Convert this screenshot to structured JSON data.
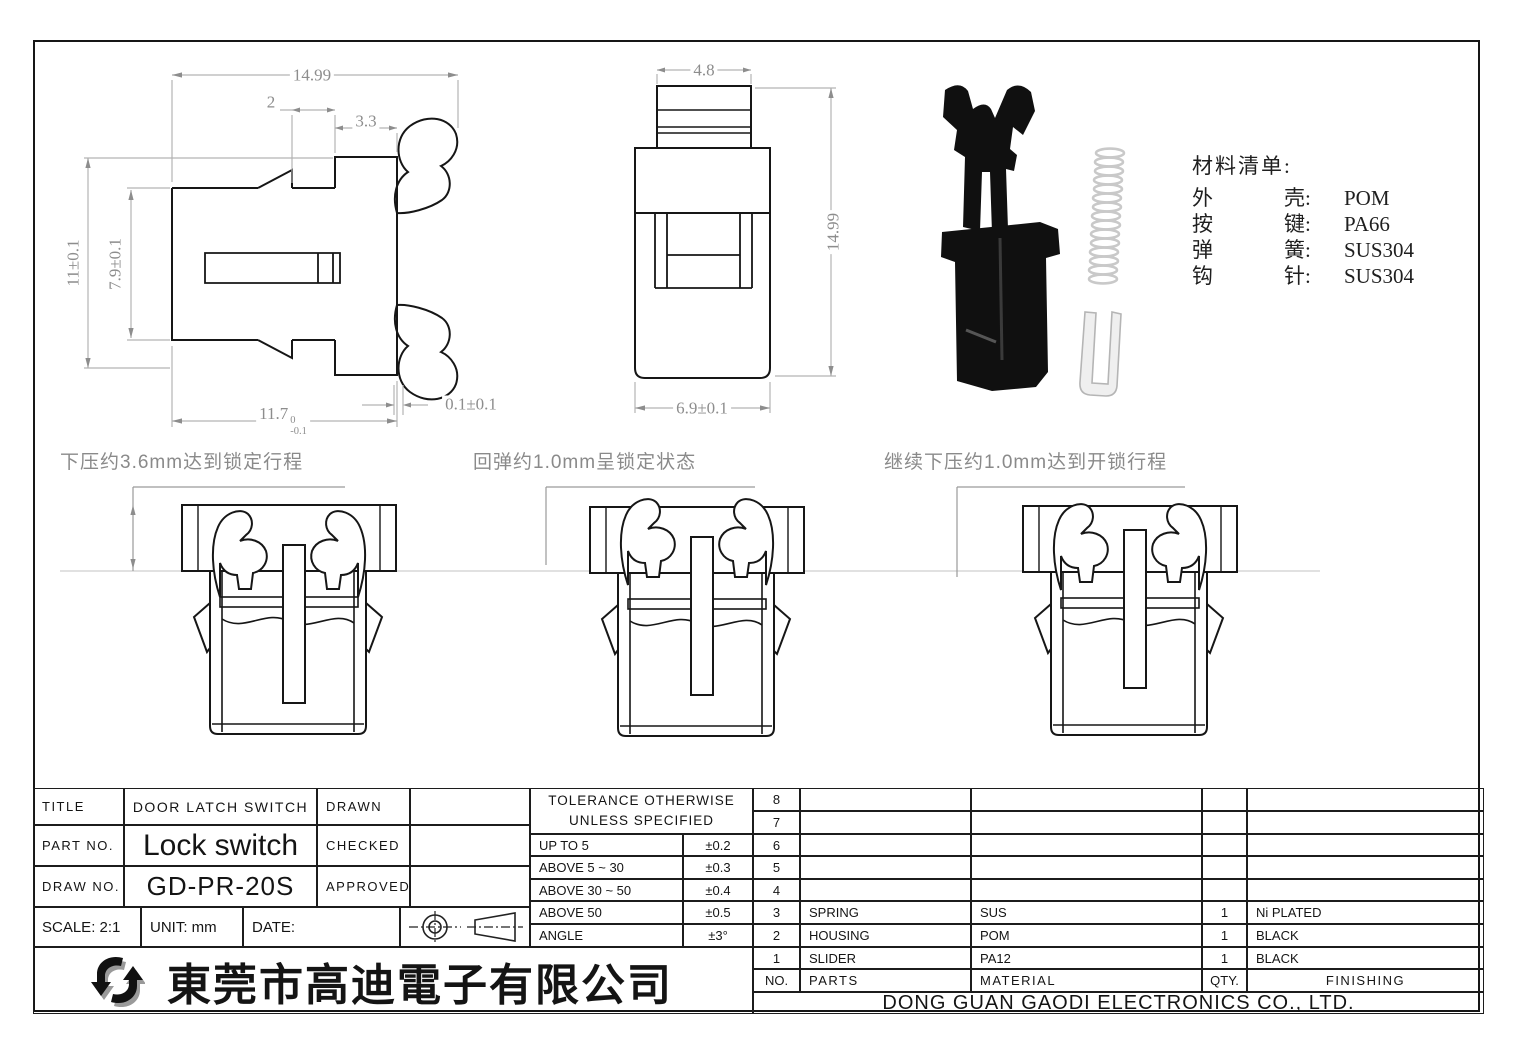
{
  "drawing": {
    "front_view": {
      "dim_total_width": "14.99",
      "dim_tab": "2",
      "dim_block": "3.3",
      "dim_height": "11±0.1",
      "dim_inner_height": "7.9±0.1",
      "dim_body_width": "11.7",
      "dim_body_tol_upper": "0",
      "dim_body_tol_lower": "-0.1",
      "dim_gap": "0.1±0.1"
    },
    "side_view": {
      "dim_button_width": "4.8",
      "dim_height": "14.99",
      "dim_body_width": "6.9±0.1"
    },
    "materials_list": {
      "title": "材料清单:",
      "rows": [
        {
          "part": "外",
          "part2": "壳:",
          "value": "POM"
        },
        {
          "part": "按",
          "part2": "键:",
          "value": "PA66"
        },
        {
          "part": "弹",
          "part2": "簧:",
          "value": "SUS304"
        },
        {
          "part": "钩",
          "part2": "针:",
          "value": "SUS304"
        }
      ]
    },
    "annotations": {
      "step1": "下压约3.6mm达到锁定行程",
      "step2": "回弹约1.0mm呈锁定状态",
      "step3": "继续下压约1.0mm达到开锁行程"
    }
  },
  "title_block": {
    "title_label": "TITLE",
    "title_value": "DOOR LATCH SWITCH",
    "part_label": "PART NO.",
    "part_value": "Lock switch",
    "draw_label": "DRAW NO.",
    "draw_value": "GD-PR-20S",
    "drawn_label": "DRAWN",
    "checked_label": "CHECKED",
    "approved_label": "APPROVED",
    "scale": "SCALE: 2:1",
    "unit": "UNIT: mm",
    "date": "DATE:"
  },
  "tolerance_table": {
    "header_line1": "TOLERANCE OTHERWISE",
    "header_line2": "UNLESS SPECIFIED",
    "rows": [
      {
        "range": "UP TO 5",
        "tol": "±0.2"
      },
      {
        "range": "ABOVE 5 ~ 30",
        "tol": "±0.3"
      },
      {
        "range": "ABOVE 30 ~ 50",
        "tol": "±0.4"
      },
      {
        "range": "ABOVE 50",
        "tol": "±0.5"
      },
      {
        "range": "ANGLE",
        "tol": "±3°"
      }
    ]
  },
  "parts_table": {
    "rows": [
      {
        "no": "8",
        "parts": "",
        "material": "",
        "qty": "",
        "finishing": ""
      },
      {
        "no": "7",
        "parts": "",
        "material": "",
        "qty": "",
        "finishing": ""
      },
      {
        "no": "6",
        "parts": "",
        "material": "",
        "qty": "",
        "finishing": ""
      },
      {
        "no": "5",
        "parts": "",
        "material": "",
        "qty": "",
        "finishing": ""
      },
      {
        "no": "4",
        "parts": "",
        "material": "",
        "qty": "",
        "finishing": ""
      },
      {
        "no": "3",
        "parts": "SPRING",
        "material": "SUS",
        "qty": "1",
        "finishing": "Ni PLATED"
      },
      {
        "no": "2",
        "parts": "HOUSING",
        "material": "POM",
        "qty": "1",
        "finishing": "BLACK"
      },
      {
        "no": "1",
        "parts": "SLIDER",
        "material": "PA12",
        "qty": "1",
        "finishing": "BLACK"
      },
      {
        "no": "NO.",
        "parts": "PARTS",
        "material": "MATERIAL",
        "qty": "QTY.",
        "finishing": "FINISHING"
      }
    ]
  },
  "company": {
    "name_cn": "東莞市高迪電子有限公司",
    "name_en": "DONG GUAN GAODI ELECTRONICS CO., LTD."
  }
}
